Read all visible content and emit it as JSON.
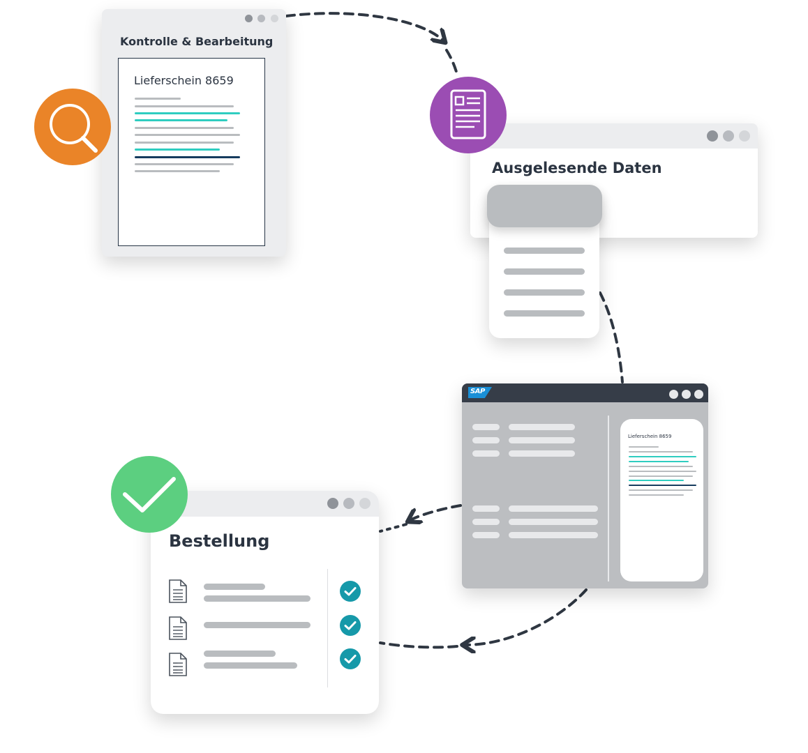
{
  "window_1": {
    "title": "Kontrolle & Bearbeitung",
    "document_title": "Lieferschein 8659"
  },
  "window_2": {
    "title": "Ausgelesende Daten"
  },
  "window_3": {
    "brand_label": "SAP",
    "preview_title": "Lieferschein 8659"
  },
  "window_4": {
    "title": "Bestellung"
  },
  "icons": [
    "search-icon",
    "document-icon",
    "checkmark-icon",
    "file-icon",
    "check-circle-icon"
  ],
  "colors": {
    "orange": "#ea8428",
    "purple": "#9b4db3",
    "green": "#5ccf80",
    "teal": "#2fcdc0",
    "navy": "#163b5e",
    "check_teal": "#1699a9",
    "sap_blue": "#1a8fd6",
    "dark_header": "#363d48"
  }
}
